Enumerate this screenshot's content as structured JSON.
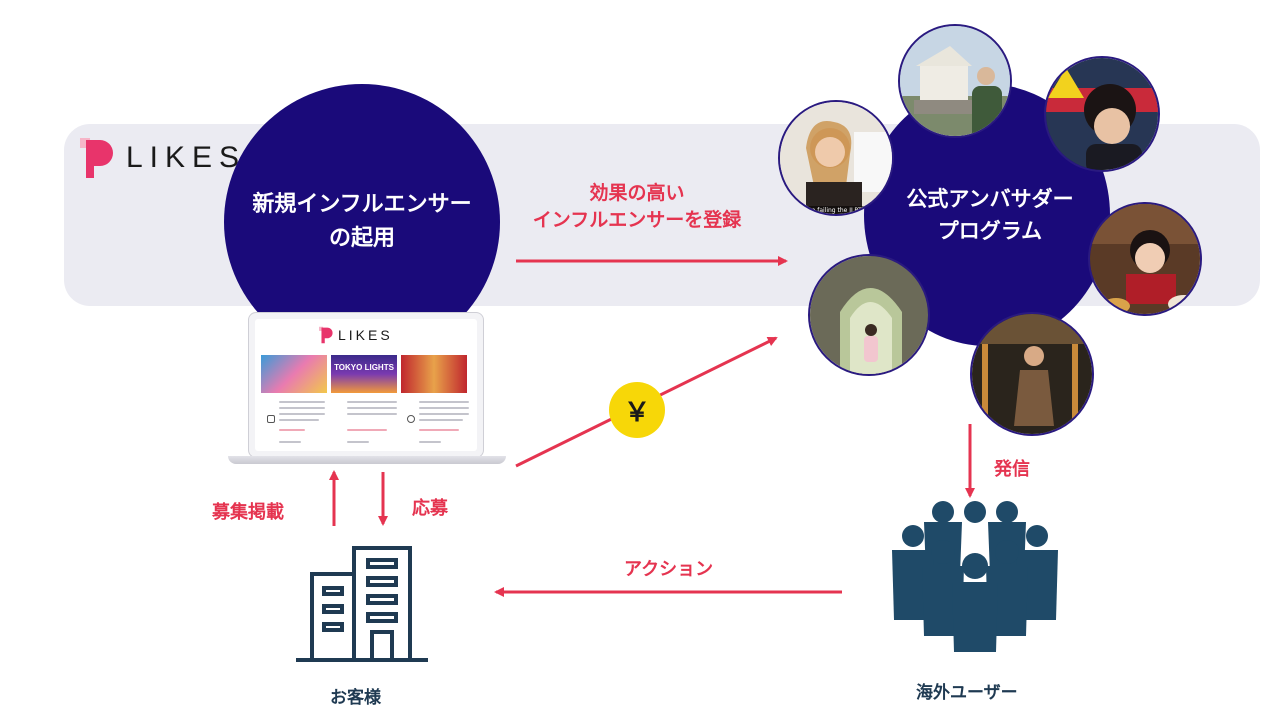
{
  "brand": {
    "name": "LIKES",
    "color": "#e8346b"
  },
  "nodes": {
    "new_influencer": "新規インフルエンサーの起用",
    "new_influencer_lines": [
      "新規インフルエンサー",
      "の起用"
    ],
    "ambassador_lines": [
      "公式アンバサダー",
      "プログラム"
    ],
    "customer": "お客様",
    "overseas_users": "海外ユーザー"
  },
  "flows": {
    "register_lines": [
      "効果の高い",
      "インフルエンサーを登録"
    ],
    "send": "発信",
    "post": "募集掲載",
    "apply": "応募",
    "action": "アクション",
    "payment_symbol": "￥"
  },
  "laptop_screen": {
    "logo": "LIKES",
    "thumb_caption": "TOKYO LIGHTS"
  },
  "photo_captions": {
    "woman_subtitle": "before failing the JLPT"
  },
  "colors": {
    "accent_red": "#e53450",
    "navy": "#1a0a7a",
    "icon_navy": "#1f3a52",
    "band": "#ebebf2",
    "yen_yellow": "#f7d708"
  },
  "icons": [
    "building-icon",
    "crowd-icon",
    "laptop-icon",
    "yen-coin-icon"
  ]
}
